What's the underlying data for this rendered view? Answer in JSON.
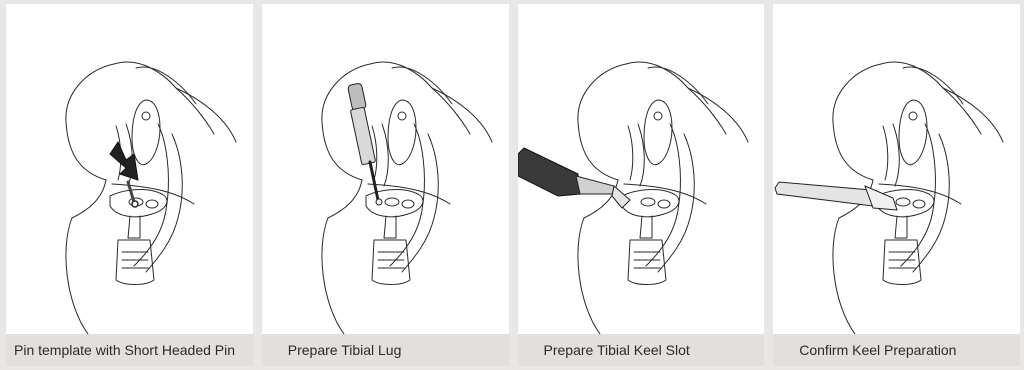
{
  "steps": [
    {
      "caption": "Pin template with Short Headed Pin",
      "instrument": "short-headed-pin"
    },
    {
      "caption": "Prepare Tibial Lug",
      "instrument": "drill"
    },
    {
      "caption": "Prepare Tibial Keel Slot",
      "instrument": "keel-punch"
    },
    {
      "caption": "Confirm Keel Preparation",
      "instrument": "keel-trial"
    }
  ],
  "colors": {
    "background": "#e9e7e5",
    "panel": "#ffffff",
    "caption_bar": "#e3dfdd",
    "caption_text": "#2b2b2b",
    "line": "#2a2a2a",
    "instrument_dark": "#3a3a3a"
  }
}
